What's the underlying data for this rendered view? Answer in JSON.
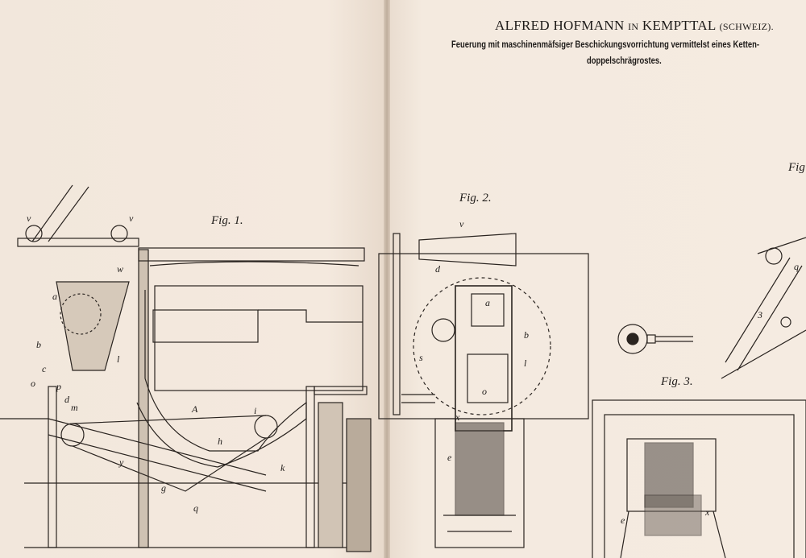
{
  "header": {
    "inventor": "ALFRED HOFMANN",
    "in_word": "IN",
    "place": "KEMPTTAL",
    "country": "(SCHWEIZ).",
    "subtitle_line1": "Feuerung mit maschinenmäfsiger Beschickungsvorrichtung vermittelst eines Ketten-",
    "subtitle_line2": "doppelschrägrostes."
  },
  "figures": {
    "fig1": "Fig. 1.",
    "fig2": "Fig. 2.",
    "fig3": "Fig. 3.",
    "fig4_partial": "Fig"
  },
  "labels": {
    "fig1": [
      "v",
      "v",
      "a",
      "b",
      "c",
      "o",
      "p",
      "d",
      "m",
      "l",
      "A",
      "i",
      "h",
      "y",
      "g",
      "k",
      "q",
      "w"
    ],
    "fig2": [
      "v",
      "d",
      "a",
      "b",
      "s",
      "l",
      "o",
      "e",
      "x"
    ],
    "fig3": [
      "e",
      "x"
    ],
    "fig4": [
      "q",
      "3"
    ]
  }
}
